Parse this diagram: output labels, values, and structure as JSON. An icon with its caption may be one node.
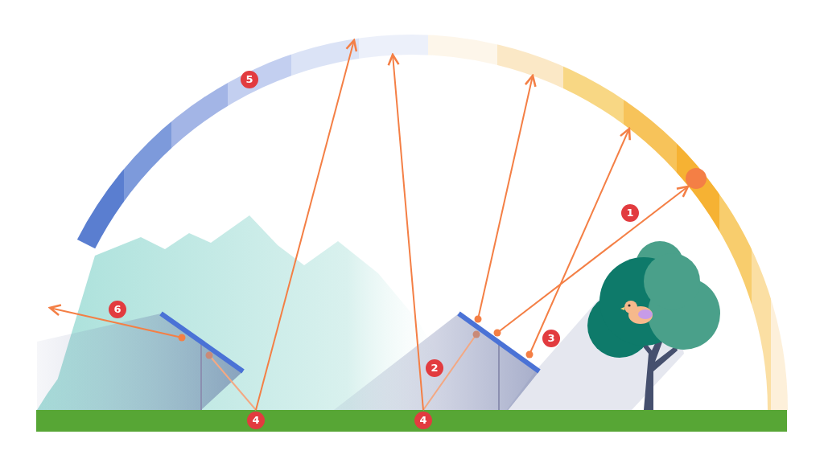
{
  "diagram": {
    "labels": [
      "5",
      "1",
      "6",
      "3",
      "2",
      "4",
      "4"
    ]
  }
}
